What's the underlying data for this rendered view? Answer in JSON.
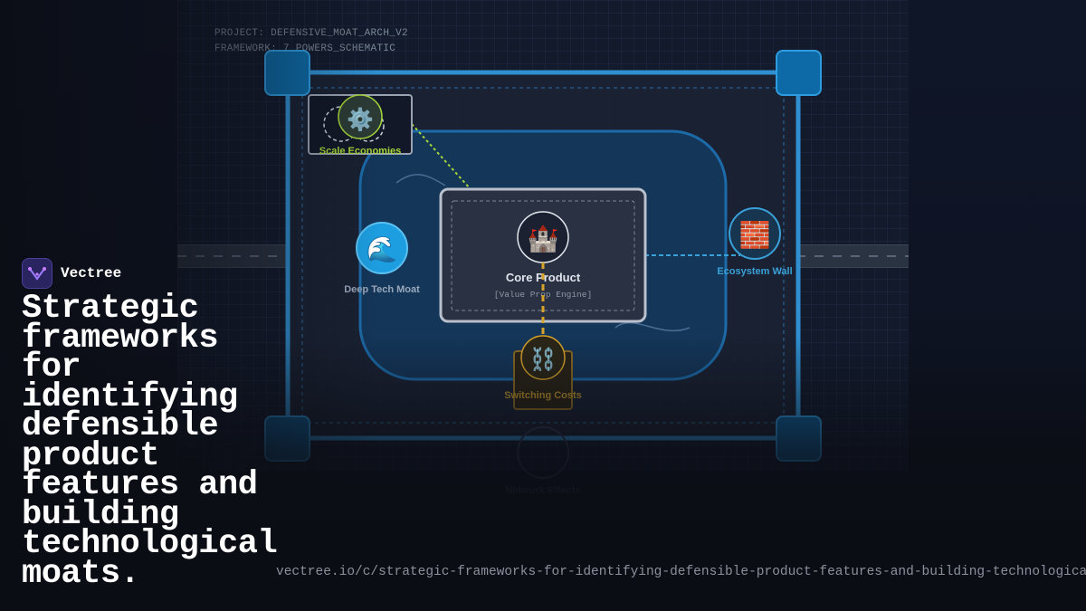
{
  "meta": {
    "project": "PROJECT: DEFENSIVE_MOAT_ARCH_V2",
    "framework": "FRAMEWORK: 7_POWERS_SCHEMATIC"
  },
  "brand": {
    "name": "Vectree",
    "icon": "vectree-logo-icon"
  },
  "headline": "Strategic frameworks for identifying defensible product features and building technological moats.",
  "url": "vectree.io/c/strategic-frameworks-for-identifying-defensible-product-features-and-building-technological-moats",
  "diagram": {
    "core": {
      "title": "Core Product",
      "subtitle": "[Value Prop Engine]",
      "icon": "castle-icon"
    },
    "nodes": {
      "scale": {
        "label": "Scale Economies",
        "icon": "gear-icon",
        "color": "#a5d63b"
      },
      "deeptech": {
        "label": "Deep Tech Moat",
        "icon": "wave-icon",
        "color": "#29a9e6"
      },
      "ecosystem": {
        "label": "Ecosystem Wall",
        "icon": "brick-wall-icon",
        "color": "#3aa1d8"
      },
      "switching": {
        "label": "Switching Costs",
        "icon": "chain-icon",
        "color": "#d8a32a"
      },
      "network": {
        "label": "Network Effects",
        "icon": "network-icon",
        "color": "#3a4b6a"
      }
    },
    "colors": {
      "frame": "#2f8fd0",
      "moat": "#1a5a92",
      "core_border": "#b9c0cc"
    }
  }
}
